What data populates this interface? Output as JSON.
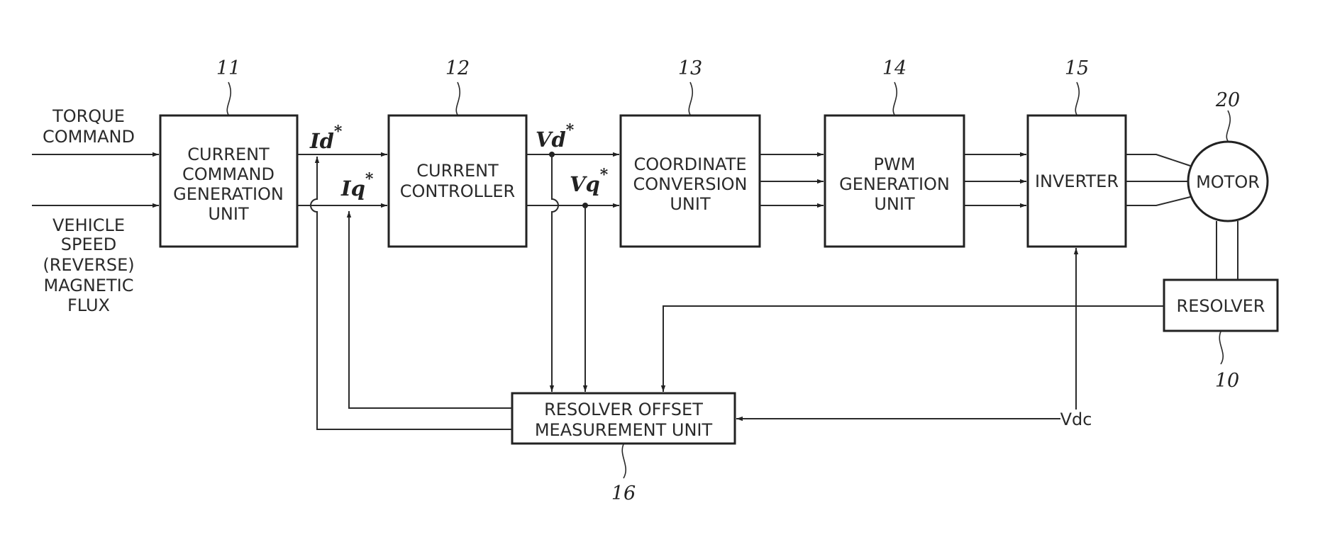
{
  "inputs": {
    "torque": [
      "TORQUE",
      "COMMAND"
    ],
    "vehicle": [
      "VEHICLE",
      "SPEED",
      "(REVERSE)",
      "MAGNETIC",
      "FLUX"
    ]
  },
  "blocks": {
    "current_command": {
      "ref": "11",
      "lines": [
        "CURRENT",
        "COMMAND",
        "GENERATION",
        "UNIT"
      ]
    },
    "current_controller": {
      "ref": "12",
      "lines": [
        "CURRENT",
        "CONTROLLER"
      ]
    },
    "coordinate_conversion": {
      "ref": "13",
      "lines": [
        "COORDINATE",
        "CONVERSION",
        "UNIT"
      ]
    },
    "pwm_generation": {
      "ref": "14",
      "lines": [
        "PWM",
        "GENERATION",
        "UNIT"
      ]
    },
    "inverter": {
      "ref": "15",
      "lines": [
        "INVERTER"
      ]
    },
    "motor": {
      "ref": "20",
      "label": "MOTOR"
    },
    "resolver": {
      "ref": "10",
      "label": "RESOLVER"
    },
    "offset_measurement": {
      "ref": "16",
      "lines": [
        "RESOLVER OFFSET",
        "MEASUREMENT UNIT"
      ]
    }
  },
  "signals": {
    "id": {
      "base": "Id",
      "sup": "*"
    },
    "iq": {
      "base": "Iq",
      "sup": "*"
    },
    "vd": {
      "base": "Vd",
      "sup": "*"
    },
    "vq": {
      "base": "Vq",
      "sup": "*"
    },
    "vdc": "Vdc"
  }
}
